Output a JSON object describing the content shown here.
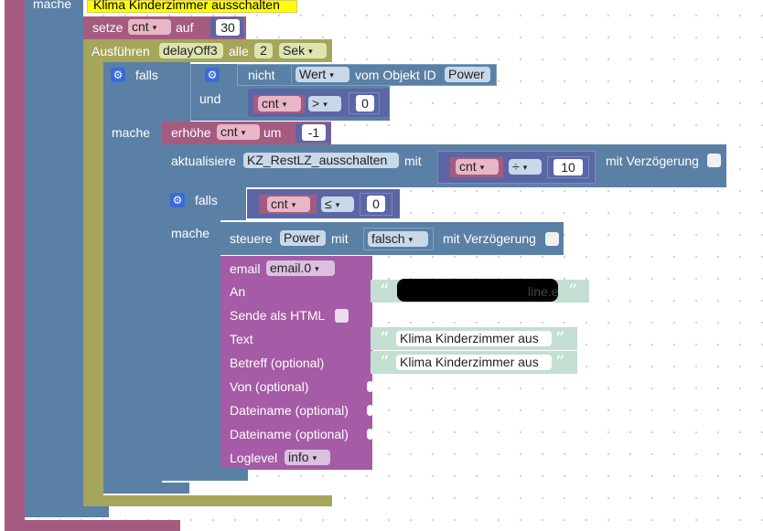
{
  "comment_text": "Klima Kinderzimmer ausschalten",
  "outer": {
    "mache_label": "mache"
  },
  "set_block": {
    "label_set": "setze",
    "var": "cnt",
    "label_to": "auf",
    "value": "30"
  },
  "interval_block": {
    "label_run": "Ausführen",
    "name": "delayOff3",
    "label_every": "alle",
    "value": "2",
    "unit": "Sek"
  },
  "if_block": {
    "label_if": "falls",
    "label_do": "mache",
    "label_and": "und"
  },
  "not_block": {
    "label": "nicht",
    "prop": "Wert",
    "label_obj": "vom Objekt ID",
    "object": "Power"
  },
  "compare1": {
    "var": "cnt",
    "op": ">",
    "value": "0"
  },
  "increment": {
    "label": "erhöhe",
    "var": "cnt",
    "label_by": "um",
    "value": "-1"
  },
  "update_block": {
    "label": "aktualisiere",
    "object": "KZ_RestLZ_ausschalten",
    "label_with": "mit",
    "var": "cnt",
    "op": "÷",
    "value": "10",
    "label_delay": "mit Verzögerung"
  },
  "if2_block": {
    "label_if": "falls",
    "label_do": "mache"
  },
  "compare2": {
    "var": "cnt",
    "op": "≤",
    "value": "0"
  },
  "control_block": {
    "label": "steuere",
    "object": "Power",
    "label_with": "mit",
    "value": "falsch",
    "label_delay": "mit Verzögerung"
  },
  "email_block": {
    "label": "email",
    "instance": "email.0",
    "label_to": "An",
    "to_value_visible": "line.e",
    "label_html": "Sende als HTML",
    "label_text": "Text",
    "text_value": "Klima Kinderzimmer aus",
    "label_subject": "Betreff (optional)",
    "subject_value": "Klima Kinderzimmer aus",
    "label_from": "Von (optional)",
    "label_file1": "Dateiname (optional)",
    "label_file2": "Dateiname (optional)",
    "label_loglevel": "Loglevel",
    "loglevel": "info"
  },
  "icons": {
    "gear": "gear-icon",
    "dropdown": "dropdown-arrow-icon",
    "quote_open": "“",
    "quote_close": "”",
    "arrow": "▾"
  },
  "colors": {
    "logic_blue": "#5b80a5",
    "variable_pink": "#a55b80",
    "timer_olive": "#a5a55b",
    "email_violet": "#a55ba5",
    "string_green": "#c2dfd1",
    "comment_yellow": "#ffff00"
  }
}
